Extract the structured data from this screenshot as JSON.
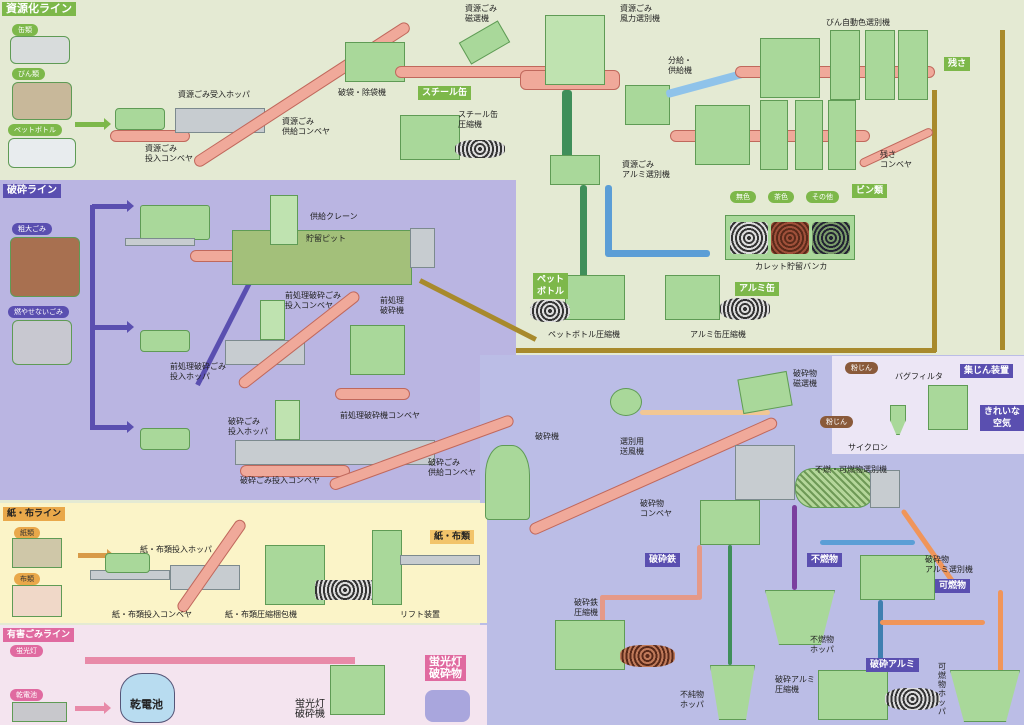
{
  "recycle_line": {
    "title": "資源化ライン",
    "inputs": [
      "缶類",
      "びん類",
      "ペットボトル"
    ],
    "labels": {
      "receiving_hopper": "資源ごみ受入ホッパ",
      "input_conveyor": "資源ごみ\n投入コンベヤ",
      "supply_conveyor": "資源ごみ\n供給コンベヤ",
      "bag_breaker": "破袋・除袋機",
      "magnetic_separator": "資源ごみ\n磁選機",
      "steel_press": "スチール缶\n圧縮機",
      "wind_separator": "資源ごみ\n風力選別機",
      "feeder": "分給・\n供給機",
      "bottle_color_sorter": "びん自動色選別機",
      "residue_conveyor": "残さ\nコンベヤ",
      "aluminum_separator": "資源ごみ\nアルミ選別機",
      "cullet_bunker": "カレット貯留バンカ",
      "pet_press": "ペットボトル圧縮機",
      "can_press": "アルミ缶圧縮機"
    },
    "tags": {
      "steel": "スチール缶",
      "residue": "残さ",
      "bottles": "ビン類",
      "pet": "ペット\nボトル",
      "aluminum": "アルミ缶"
    },
    "glass_colors": [
      "無色",
      "茶色",
      "その他"
    ]
  },
  "crush_line": {
    "title": "破砕ライン",
    "inputs": [
      "粗大ごみ",
      "燃やせないごみ"
    ],
    "labels": {
      "crane": "供給クレーン",
      "pit": "貯留ピット",
      "pre_conveyor": "前処理破砕ごみ\n投入コンベヤ",
      "pre_crusher": "前処理\n破砕機",
      "pre_hopper": "前処理破砕ごみ\n投入ホッパ",
      "pre_crusher_conveyor": "前処理破砕機コンベヤ",
      "crush_hopper": "破砕ごみ\n投入ホッパ",
      "crush_input_conveyor": "破砕ごみ投入コンベヤ",
      "crush_supply_conveyor": "破砕ごみ\n供給コンベヤ",
      "crusher": "破砕機",
      "blower": "選別用\n送風機",
      "crushed_magnet": "破砕物\n磁選機",
      "sorter": "不燃・可燃物選別機",
      "crushed_conveyor": "破砕物\nコンベヤ",
      "iron_press": "破砕鉄\n圧縮機",
      "noncomb_hopper": "不燃物\nホッパ",
      "crushed_al_sorter": "破砕物\nアルミ選別機",
      "impurity_hopper": "不純物\nホッパ",
      "al_press": "破砕アルミ\n圧縮機",
      "comb_hopper": "可\n燃\n物\nホ\nッ\nパ"
    },
    "tags": {
      "iron": "破砕鉄",
      "noncomb": "不燃物",
      "comb": "可燃物",
      "al": "破砕アルミ"
    }
  },
  "dust": {
    "title": "集じん装置",
    "dust1": "粉じん",
    "dust2": "粉じん",
    "bag_filter": "バグフィルタ",
    "cyclone": "サイクロン",
    "clean_air": "きれいな\n空気"
  },
  "paper_line": {
    "title": "紙・布ライン",
    "inputs": [
      "紙類",
      "布類"
    ],
    "hopper": "紙・布類投入ホッパ",
    "conveyor": "紙・布類投入コンベヤ",
    "baler": "紙・布類圧縮梱包機",
    "lift": "リフト装置",
    "output": "紙・布類"
  },
  "hazard_line": {
    "title": "有害ごみライン",
    "inputs": [
      "蛍光灯",
      "乾電池"
    ],
    "battery_bag": "乾電池",
    "crusher": "蛍光灯\n破砕機",
    "output": "蛍光灯\n破砕物"
  },
  "colors": {
    "recycle": "#7db84a",
    "crush": "#5a4fb0",
    "paper": "#e9a84a",
    "hazard": "#e06aa0",
    "conveyor": "#f0a99a",
    "machine": "#a9d89a"
  }
}
